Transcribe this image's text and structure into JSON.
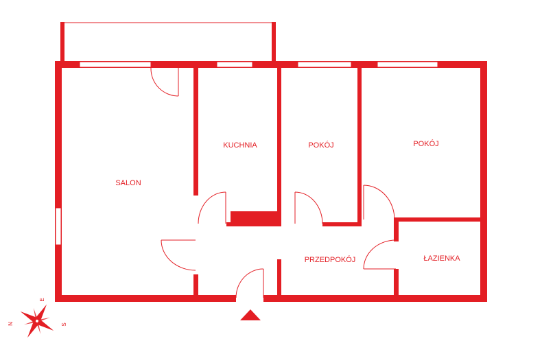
{
  "colors": {
    "wall": "#e31e24",
    "background": "#ffffff"
  },
  "rooms": {
    "salon": "SALON",
    "kuchnia": "KUCHNIA",
    "pokoj_1": "POKÓJ",
    "pokoj_2": "POKÓJ",
    "przedpokoj": "PRZEDPOKÓJ",
    "lazienka": "ŁAZIENKA"
  },
  "compass": {
    "n": "N",
    "e": "E",
    "s": "S"
  },
  "icons": {
    "entrance": "entrance-arrow-icon",
    "compass": "compass-rose-icon"
  }
}
